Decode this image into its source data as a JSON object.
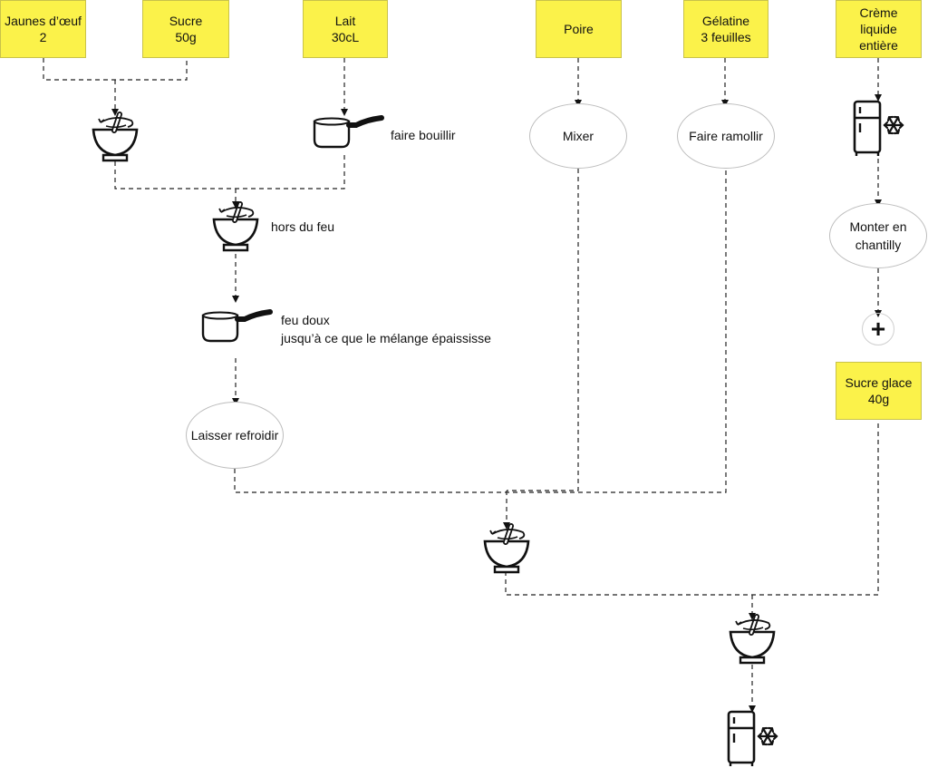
{
  "ingredients": {
    "jaunes": {
      "name": "Jaunes d’œuf",
      "qty": "2"
    },
    "sucre": {
      "name": "Sucre",
      "qty": "50g"
    },
    "lait": {
      "name": "Lait",
      "qty": "30cL"
    },
    "poire": {
      "name": "Poire"
    },
    "gelatine": {
      "name": "Gélatine",
      "qty": "3 feuilles"
    },
    "creme": {
      "line1": "Crème",
      "line2": "liquide",
      "line3": "entière"
    },
    "sucre_glace": {
      "name": "Sucre glace",
      "qty": "40g"
    }
  },
  "steps": {
    "mixer": "Mixer",
    "ramollir": "Faire ramollir",
    "chantilly_1": "Monter en",
    "chantilly_2": "chantilly",
    "refroidir": "Laisser refroidir"
  },
  "notes": {
    "bouillir": "faire bouillir",
    "hors_feu": "hors du feu",
    "feu_doux_1": "feu doux",
    "feu_doux_2": "jusqu’à ce que le mélange épaississe"
  },
  "icons": {
    "bowl": "mixing-bowl-icon",
    "pan": "saucepan-icon",
    "fridge": "fridge-icon",
    "freeze": "snowflake-icon",
    "plus": "plus-icon"
  },
  "colors": {
    "ingredient_box": "#fbf24a"
  }
}
